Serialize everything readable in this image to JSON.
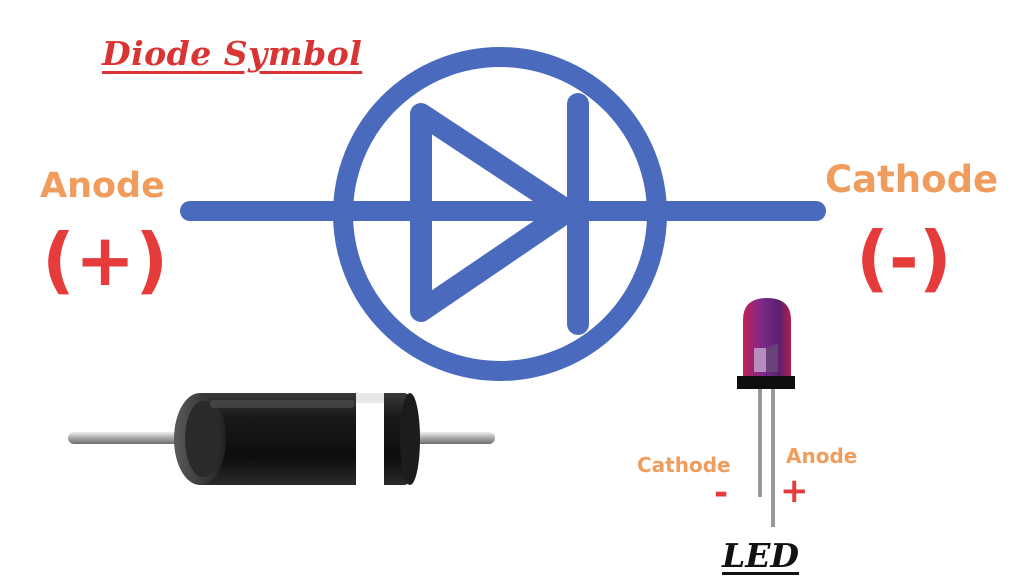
{
  "title": "Diode Symbol",
  "symbol": {
    "anode_label": "Anode",
    "anode_polarity": "(+)",
    "cathode_label": "Cathode",
    "cathode_polarity": "(-)"
  },
  "led": {
    "cathode_label": "Cathode",
    "cathode_sign": "-",
    "anode_label": "Anode",
    "anode_sign": "+",
    "title": "LED"
  },
  "colors": {
    "symbol_blue": "#4a6bbd",
    "label_orange": "#ef9c5c",
    "polarity_red": "#e63b3b",
    "title_red": "#d83434",
    "diode_body": "#1a1a1a",
    "diode_band": "#ffffff",
    "led_lens": "#8a2a6a"
  }
}
